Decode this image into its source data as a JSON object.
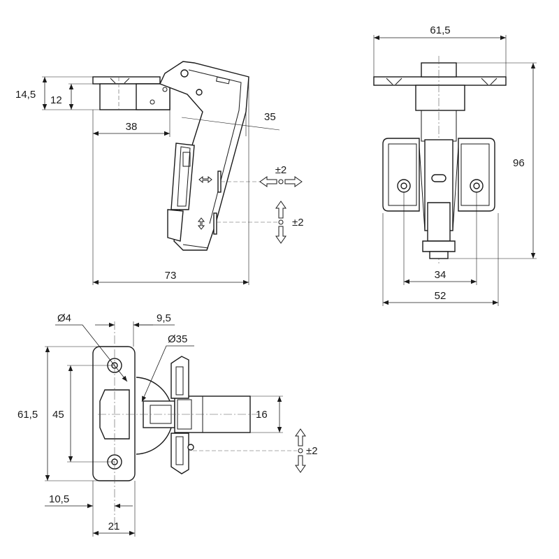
{
  "drawing": {
    "side_view": {
      "dim_plate_height": "14,5",
      "dim_plate_inner": "12",
      "dim_plate_depth": "38",
      "dim_angle": "35",
      "dim_total_depth": "73",
      "adj_side": "±2",
      "adj_height": "±2"
    },
    "front_view": {
      "dim_plate_width": "61,5",
      "dim_height": "96",
      "dim_holes": "34",
      "dim_width": "52"
    },
    "top_view": {
      "dim_hole_diameter": "Ø4",
      "dim_offset": "9,5",
      "dim_cup_diameter": "Ø35",
      "dim_plate_length": "61,5",
      "dim_hole_spacing": "45",
      "dim_arm_width": "16",
      "adj_depth": "±2",
      "dim_hole_edge": "10,5",
      "dim_plate_width": "21"
    }
  }
}
